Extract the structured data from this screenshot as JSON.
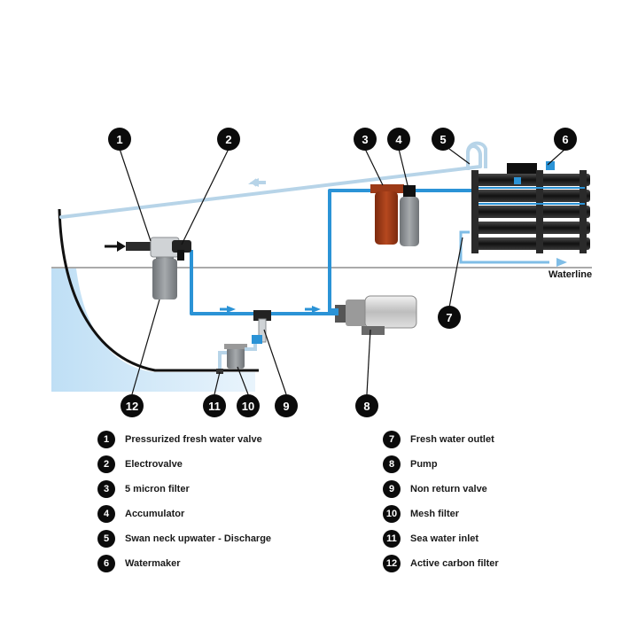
{
  "waterline_label": "Waterline",
  "colors": {
    "pipe_pressure": "#2b93d6",
    "pipe_return": "#b7d4e8",
    "sea": "#d6ebf8",
    "hull": "#111111",
    "filter_5micron": "#9c3a17",
    "filter_grey": "#8a8d90",
    "watermaker_body": "#1a1a1a"
  },
  "callouts": [
    "1",
    "2",
    "3",
    "4",
    "5",
    "6",
    "7",
    "8",
    "9",
    "10",
    "11",
    "12"
  ],
  "legend": {
    "left": [
      {
        "num": "1",
        "text": "Pressurized fresh water valve"
      },
      {
        "num": "2",
        "text": "Electrovalve"
      },
      {
        "num": "3",
        "text": "5 micron filter"
      },
      {
        "num": "4",
        "text": "Accumulator"
      },
      {
        "num": "5",
        "text": "Swan neck upwater - Discharge"
      },
      {
        "num": "6",
        "text": "Watermaker"
      }
    ],
    "right": [
      {
        "num": "7",
        "text": "Fresh water outlet"
      },
      {
        "num": "8",
        "text": "Pump"
      },
      {
        "num": "9",
        "text": "Non return valve"
      },
      {
        "num": "10",
        "text": "Mesh filter"
      },
      {
        "num": "11",
        "text": "Sea water inlet"
      },
      {
        "num": "12",
        "text": "Active carbon filter"
      }
    ]
  }
}
